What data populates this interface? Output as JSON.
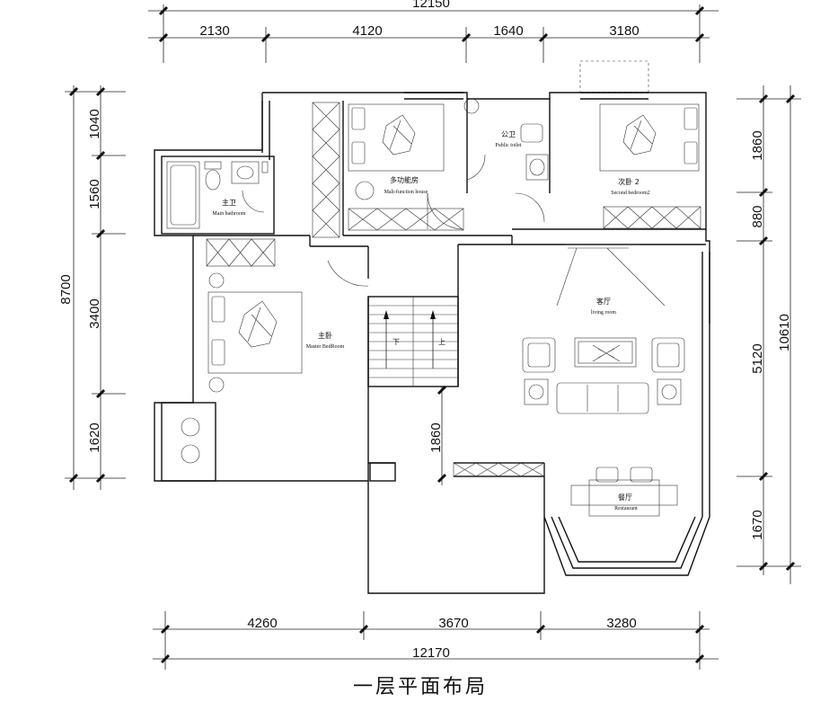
{
  "top_dims": {
    "total": "12150",
    "seg1": "2130",
    "seg2": "4120",
    "seg3": "1640",
    "seg4": "3180"
  },
  "bottom_dims": {
    "total": "12170",
    "seg1": "4260",
    "seg2": "3670",
    "seg3": "3280"
  },
  "left_dims": {
    "total": "8700",
    "seg1": "1040",
    "seg2": "1560",
    "seg3": "3400",
    "seg4": "1620"
  },
  "right_dims": {
    "total": "10610",
    "seg1": "1860",
    "seg2": "880",
    "seg3": "5120",
    "seg4": "1670"
  },
  "stair_dim": "1860",
  "rooms": {
    "main_bath": {
      "cn": "主卫",
      "en": "Main bathroom"
    },
    "multi": {
      "cn": "多功能房",
      "en": "Malt-function house"
    },
    "public_toilet": {
      "cn": "公卫",
      "en": "Public toilet"
    },
    "second_bed": {
      "cn": "次卧 2",
      "en": "Second bedroom2"
    },
    "living": {
      "cn": "客厅",
      "en": "living room"
    },
    "master": {
      "cn": "主卧",
      "en": "Master BedRoom"
    },
    "restaurant": {
      "cn": "餐厅",
      "en": "Restaurant"
    },
    "stair_down": "下",
    "stair_up": "上"
  },
  "title": "一层平面布局"
}
